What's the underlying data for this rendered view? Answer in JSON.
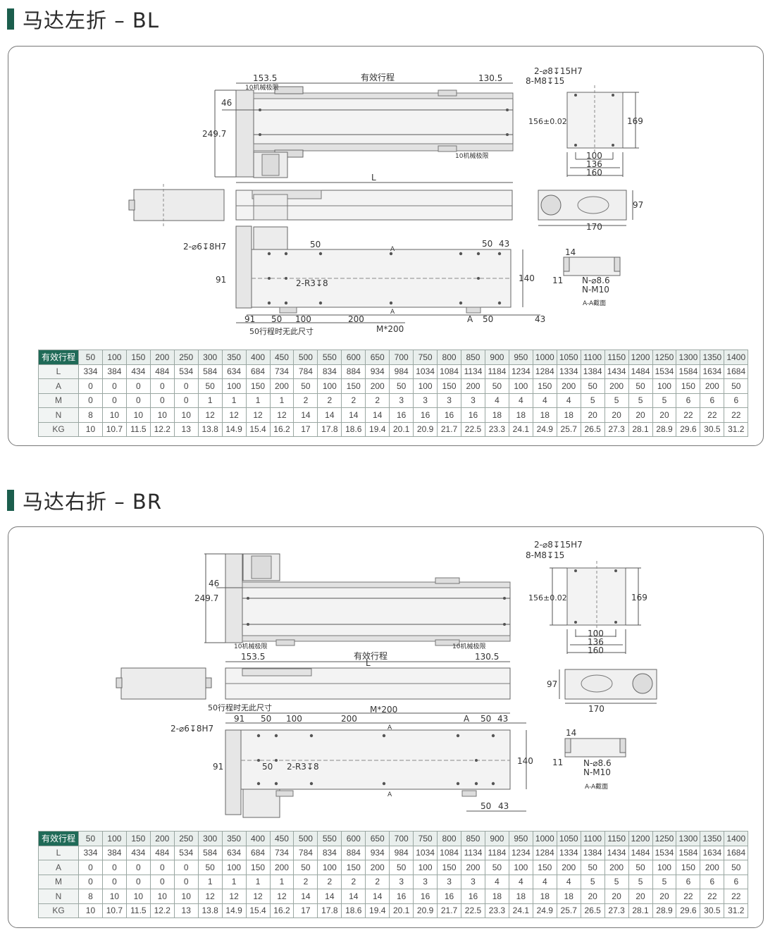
{
  "sections": [
    {
      "title": "马达左折 – BL",
      "drawing": {
        "dim_153_5": "153.5",
        "dim_effective_stroke": "有效行程",
        "dim_130_5": "130.5",
        "dim_limit_top": "10机械极限",
        "dim_limit_bottom": "10机械极限",
        "dim_46": "46",
        "dim_249_7": "249.7",
        "dim_L": "L",
        "end_hole_label": "2-⌀8↧15H7",
        "end_tap_label": "8-M8↧15",
        "end_height_tol": "156±0.02",
        "end_height": "169",
        "end_w100": "100",
        "end_w136": "136",
        "end_w160": "160",
        "side_width": "170",
        "side_height": "97",
        "pin_hole_label": "2-⌀6↧8H7",
        "slot_label": "2-R3↧8",
        "dim_50_top": "50",
        "dim_50_right": "50",
        "dim_43_right": "43",
        "dim_91_left": "91",
        "dim_140": "140",
        "dim_91_bottom": "91",
        "dim_50_bottom": "50",
        "dim_100_bottom": "100",
        "dim_200_bottom": "200",
        "dim_A_bottom": "A",
        "dim_50_bottom2": "50",
        "dim_43_bottom": "43",
        "dim_M200": "M*200",
        "note_50_stroke": "50行程时无此尺寸",
        "section_14": "14",
        "section_11": "11",
        "section_N_d86": "N-⌀8.6",
        "section_N_M10": "N-M10",
        "section_AA": "A-A截面",
        "arrow_A": "A"
      }
    },
    {
      "title": "马达右折 – BR",
      "drawing": {
        "dim_153_5": "153.5",
        "dim_effective_stroke": "有效行程",
        "dim_130_5": "130.5",
        "dim_limit_top": "10机械极限",
        "dim_limit_bottom": "10机械极限",
        "dim_46": "46",
        "dim_249_7": "249.7",
        "dim_L": "L",
        "end_hole_label": "2-⌀8↧15H7",
        "end_tap_label": "8-M8↧15",
        "end_height_tol": "156±0.02",
        "end_height": "169",
        "end_w100": "100",
        "end_w136": "136",
        "end_w160": "160",
        "side_width": "170",
        "side_height": "97",
        "pin_hole_label": "2-⌀6↧8H7",
        "slot_label": "2-R3↧8",
        "dim_50_top": "50",
        "dim_50_right": "50",
        "dim_43_right": "43",
        "dim_91_left": "91",
        "dim_140": "140",
        "dim_91_bottom": "91",
        "dim_50_bottom": "50",
        "dim_100_bottom": "100",
        "dim_200_bottom": "200",
        "dim_A_bottom": "A",
        "dim_50_bottom2": "50",
        "dim_43_bottom": "43",
        "dim_M200": "M*200",
        "note_50_stroke": "50行程时无此尺寸",
        "section_14": "14",
        "section_11": "11",
        "section_N_d86": "N-⌀8.6",
        "section_N_M10": "N-M10",
        "section_AA": "A-A截面",
        "arrow_A": "A"
      }
    }
  ],
  "table": {
    "rows": [
      {
        "head": "有效行程",
        "cells": [
          "50",
          "100",
          "150",
          "200",
          "250",
          "300",
          "350",
          "400",
          "450",
          "500",
          "550",
          "600",
          "650",
          "700",
          "750",
          "800",
          "850",
          "900",
          "950",
          "1000",
          "1050",
          "1100",
          "1150",
          "1200",
          "1250",
          "1300",
          "1350",
          "1400"
        ]
      },
      {
        "head": "L",
        "cells": [
          "334",
          "384",
          "434",
          "484",
          "534",
          "584",
          "634",
          "684",
          "734",
          "784",
          "834",
          "884",
          "934",
          "984",
          "1034",
          "1084",
          "1134",
          "1184",
          "1234",
          "1284",
          "1334",
          "1384",
          "1434",
          "1484",
          "1534",
          "1584",
          "1634",
          "1684"
        ]
      },
      {
        "head": "A",
        "cells": [
          "0",
          "0",
          "0",
          "0",
          "0",
          "50",
          "100",
          "150",
          "200",
          "50",
          "100",
          "150",
          "200",
          "50",
          "100",
          "150",
          "200",
          "50",
          "100",
          "150",
          "200",
          "50",
          "200",
          "50",
          "100",
          "150",
          "200",
          "50"
        ]
      },
      {
        "head": "M",
        "cells": [
          "0",
          "0",
          "0",
          "0",
          "0",
          "1",
          "1",
          "1",
          "1",
          "2",
          "2",
          "2",
          "2",
          "3",
          "3",
          "3",
          "3",
          "4",
          "4",
          "4",
          "4",
          "5",
          "5",
          "5",
          "5",
          "6",
          "6",
          "6"
        ]
      },
      {
        "head": "N",
        "cells": [
          "8",
          "10",
          "10",
          "10",
          "10",
          "12",
          "12",
          "12",
          "12",
          "14",
          "14",
          "14",
          "14",
          "16",
          "16",
          "16",
          "16",
          "18",
          "18",
          "18",
          "18",
          "20",
          "20",
          "20",
          "20",
          "22",
          "22",
          "22"
        ]
      },
      {
        "head": "KG",
        "cells": [
          "10",
          "10.7",
          "11.5",
          "12.2",
          "13",
          "13.8",
          "14.9",
          "15.4",
          "16.2",
          "17",
          "17.8",
          "18.6",
          "19.4",
          "20.1",
          "20.9",
          "21.7",
          "22.5",
          "23.3",
          "24.1",
          "24.9",
          "25.7",
          "26.5",
          "27.3",
          "28.1",
          "28.9",
          "29.6",
          "30.5",
          "31.2"
        ]
      }
    ]
  }
}
